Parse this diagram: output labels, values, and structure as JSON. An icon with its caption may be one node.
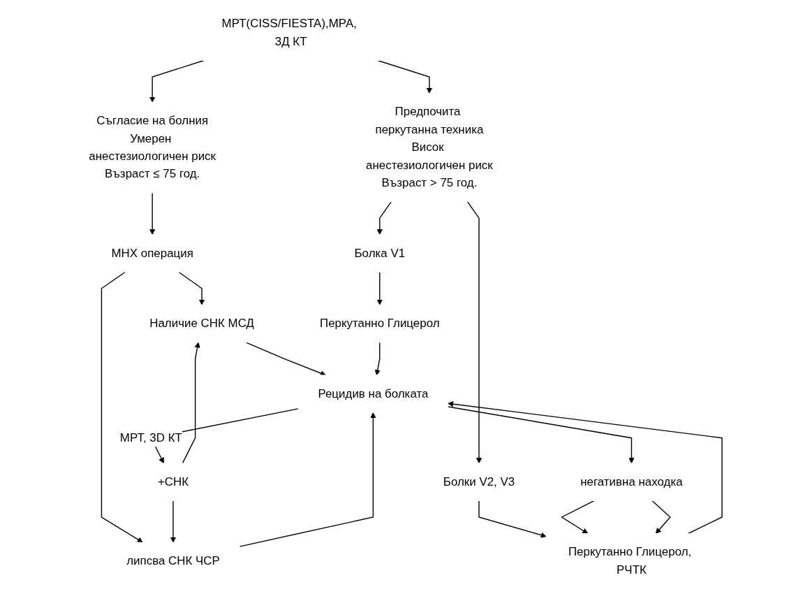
{
  "diagram": {
    "nodes": [
      {
        "text": [
          "МРТ(CISS/FIESTA),МРА, 3Д КТ"
        ]
      },
      {
        "text": [
          "Съгласие на болния",
          "Умерен анестезиологичен риск",
          "Възраст ≤ 75 год."
        ]
      },
      {
        "text": [
          "Предпочита перкутанна техника",
          "Висок анестезиологичен риск",
          "Възраст > 75 год."
        ]
      },
      {
        "text": [
          "МНХ операция"
        ]
      },
      {
        "text": [
          "Болка V1"
        ]
      },
      {
        "text": [
          "Болки V2, V3"
        ]
      },
      {
        "text": [
          "Наличие СНК МСД"
        ]
      },
      {
        "text": [
          "липсва СНК ЧСР"
        ]
      },
      {
        "text": [
          "Перкутанно Глицерол"
        ]
      },
      {
        "text": [
          "Перкутанно Глицерол, РЧТК"
        ]
      },
      {
        "text": [
          "Рецидив на болката"
        ]
      },
      {
        "text": [
          "+СНК"
        ]
      },
      {
        "text": [
          "негативна находка"
        ]
      }
    ],
    "edges": [
      {
        "from": 0,
        "to": 1,
        "arrow": "to"
      },
      {
        "from": 0,
        "to": 2,
        "arrow": "to"
      },
      {
        "from": 1,
        "to": 3,
        "arrow": "to"
      },
      {
        "from": 2,
        "to": 4,
        "arrow": "to"
      },
      {
        "from": 2,
        "to": 5,
        "arrow": "to"
      },
      {
        "from": 3,
        "to": 6,
        "arrow": "to"
      },
      {
        "from": 3,
        "to": 7,
        "arrow": "to"
      },
      {
        "from": 4,
        "to": 8,
        "arrow": "to"
      },
      {
        "from": 5,
        "to": 9,
        "arrow": "to"
      },
      {
        "from": 6,
        "to": 10,
        "arrow": "to"
      },
      {
        "from": 7,
        "to": 10,
        "arrow": "to"
      },
      {
        "from": 8,
        "to": 10,
        "arrow": "to"
      },
      {
        "from": 9,
        "to": 10,
        "arrow": "to"
      },
      {
        "from": 10,
        "to": 11,
        "label": "МРТ, 3D КТ",
        "arrow": "to"
      },
      {
        "from": 10,
        "to": 12,
        "arrow": "to"
      },
      {
        "from": 11,
        "to": 6,
        "arrow": "to"
      },
      {
        "from": 11,
        "to": 7,
        "arrow": "to"
      },
      {
        "from": 12,
        "to": 9,
        "arrow": "to"
      },
      {
        "from": 12,
        "to": 9,
        "arrow": "to"
      }
    ]
  }
}
